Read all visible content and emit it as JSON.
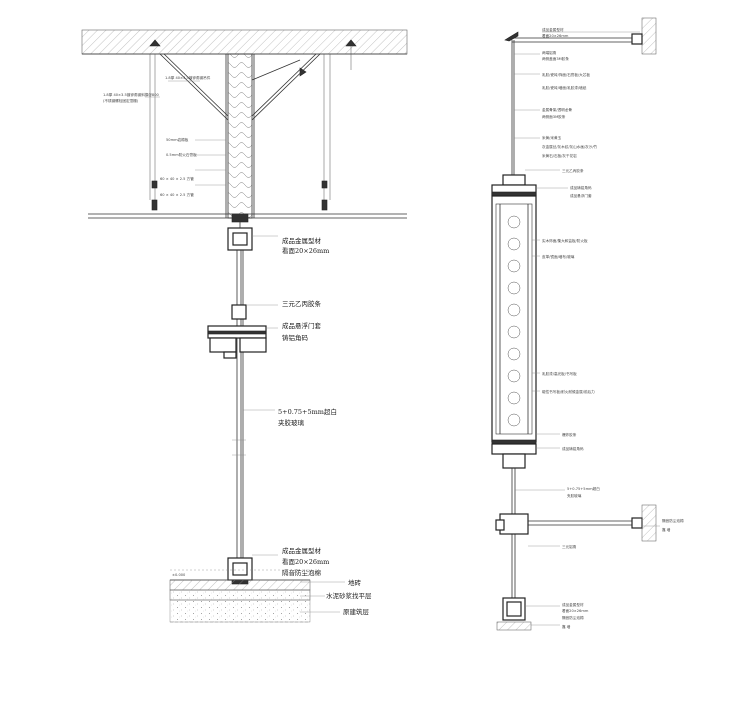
{
  "left_detail": {
    "ceiling_notes": [
      "1.8厚 40×3.5镀锌角钢吊件",
      "1.8厚 40×3.5镀锌角钢斜撑@800",
      "(不锈钢螺栓固定顶棚)"
    ],
    "wall_notes": [
      "50mm岩棉板",
      "0.5mm防火石膏板",
      "60 × 40 × 2.5 方管",
      "60 × 40 × 2.5 方管"
    ],
    "labels": [
      "成品金属型材",
      "看面20×26mm",
      "三元乙丙胶条",
      "成品悬浮门套",
      "铸铝角码",
      "5+0.75+5mm超白",
      "夹胶玻璃",
      "成品金属型材",
      "看面20×26mm",
      "隔音防尘泡棉"
    ],
    "floor_labels": [
      "地砖",
      "水泥砂浆找平层",
      "原建筑层"
    ],
    "floor_level": "±0.000"
  },
  "right_detail": {
    "labels": [
      "成品金属型材",
      "看面20×26mm",
      "两端铝角",
      "两侧盖面3M胶条",
      "乳胶/瓷砖/饰面/石膏板/大芯板",
      "乳胶/瓷砖/墙面/乳胶漆/墙纸",
      "金属骨架/透明龙骨",
      "两侧面3M胶条",
      "米黄/米黄玉",
      "灰金属丝/灰木纹/灰山水画/灰沙/竹",
      "米黄石/石板/灰千花岩",
      "三元乙丙胶条",
      "成品铸铝角码",
      "成品悬浮门套",
      "实木饰面/集大和监板/防火板",
      "皮革/镜面/墙布/玻璃",
      "乳胶漆/高光板/书写板",
      "磁性书写板/耐火耐候金属/前后力",
      "爆炸胶条",
      "成品铸铝角码",
      "5+0.75+5mm超白",
      "夹胶玻璃",
      "隔音防尘泡棉",
      "靠 墙",
      "三元铝角",
      "成品金属型材",
      "看面20×26mm",
      "隔音防尘泡棉",
      "靠 墙"
    ]
  }
}
